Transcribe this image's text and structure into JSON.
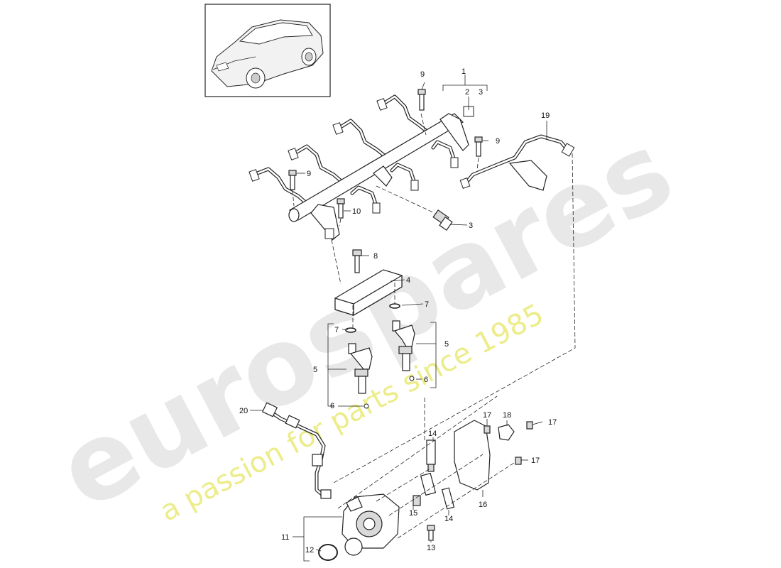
{
  "watermark": {
    "brand": "eurospares",
    "tagline": "a passion for parts since 1985"
  },
  "thumbnail": {
    "icon": "car-silhouette-icon"
  },
  "callouts": {
    "c1": "1",
    "c2": "2",
    "c3a": "3",
    "c3b": "3",
    "c4": "4",
    "c5a": "5",
    "c5b": "5",
    "c6a": "6",
    "c6b": "6",
    "c7a": "7",
    "c7b": "7",
    "c8": "8",
    "c9a": "9",
    "c9b": "9",
    "c9c": "9",
    "c10": "10",
    "c11": "11",
    "c12": "12",
    "c13": "13",
    "c14a": "14",
    "c14b": "14",
    "c15": "15",
    "c16": "16",
    "c17a": "17",
    "c17b": "17",
    "c17c": "17",
    "c18": "18",
    "c19": "19",
    "c20": "20"
  }
}
